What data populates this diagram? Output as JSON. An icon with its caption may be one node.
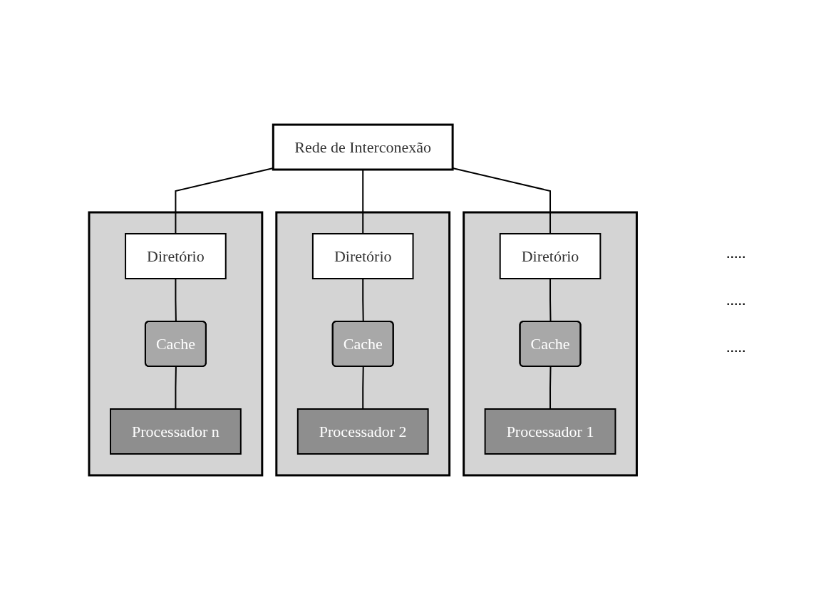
{
  "diagram": {
    "nodes": [
      {
        "text": [
          "Rede de Interconexão"
        ]
      },
      {
        "text": [],
        "shape": "box"
      },
      {
        "text": [
          "Diretório"
        ],
        "in": 1
      },
      {
        "text": [
          "Cache"
        ],
        "in": 1
      },
      {
        "text": [
          "Processador 1"
        ],
        "in": 1
      },
      {
        "text": [],
        "shape": "box"
      },
      {
        "text": [
          "Diretório"
        ],
        "in": 5
      },
      {
        "text": [
          "Cache"
        ],
        "in": 5
      },
      {
        "text": [
          "Processador 2"
        ],
        "in": 5
      },
      {
        "text": [],
        "shape": "box"
      },
      {
        "text": [
          "Diretório"
        ],
        "in": 9
      },
      {
        "text": [
          "Cache"
        ],
        "in": 9
      },
      {
        "text": [
          "Processador n"
        ],
        "in": 9
      }
    ],
    "edges": [
      {
        "from": 0,
        "to": 2,
        "arrow": "none"
      },
      {
        "from": 2,
        "to": 3,
        "arrow": "none"
      },
      {
        "from": 3,
        "to": 4,
        "arrow": "none"
      },
      {
        "from": 0,
        "to": 6,
        "arrow": "none"
      },
      {
        "from": 6,
        "to": 7,
        "arrow": "none"
      },
      {
        "from": 7,
        "to": 8,
        "arrow": "none"
      },
      {
        "from": 0,
        "to": 10,
        "arrow": "none"
      },
      {
        "from": 10,
        "to": 11,
        "arrow": "none"
      },
      {
        "from": 11,
        "to": 12,
        "arrow": "none"
      }
    ],
    "labels": [
      ".....",
      ".....",
      "....."
    ]
  }
}
